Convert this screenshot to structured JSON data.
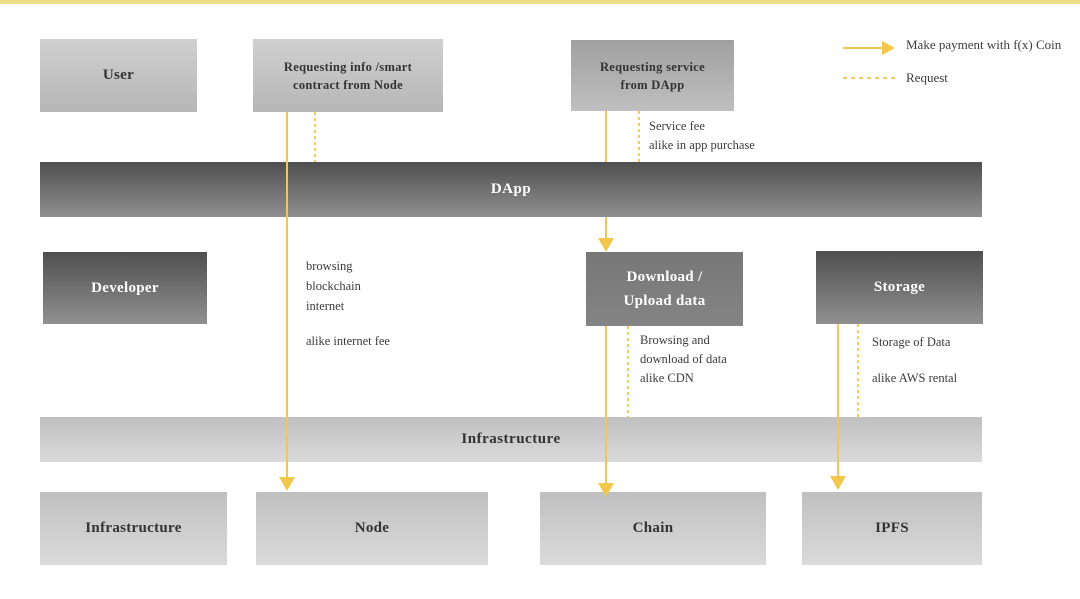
{
  "colors": {
    "accent_yellow": "#F1C84C",
    "top_border_yellow": "#EADF87",
    "dark_box_top": "#4f4f4f",
    "dark_box_bottom": "#909090",
    "light_box": "#c9c9c9"
  },
  "legend": {
    "payment_label": "Make payment with f(x) Coin",
    "request_label": "Request"
  },
  "boxes": {
    "user": "User",
    "requesting_info": {
      "line1": "Requesting info /smart",
      "line2": "contract from Node"
    },
    "requesting_service": {
      "line1": "Requesting service",
      "line2": "from DApp"
    },
    "dapp": "DApp",
    "developer": "Developer",
    "download_upload": {
      "line1": "Download /",
      "line2": "Upload data"
    },
    "storage": "Storage",
    "infrastructure_bar": "Infrastructure",
    "infrastructure": "Infrastructure",
    "node": "Node",
    "chain": "Chain",
    "ipfs": "IPFS"
  },
  "annotations": {
    "service_fee": [
      "Service fee",
      "alike in app purchase"
    ],
    "browsing": [
      "browsing",
      "blockchain",
      "internet"
    ],
    "internet_fee": "alike internet fee",
    "cdn": [
      "Browsing and",
      "download of data",
      "alike CDN"
    ],
    "storage_of_data": "Storage of Data",
    "aws_rental": "alike AWS rental"
  }
}
